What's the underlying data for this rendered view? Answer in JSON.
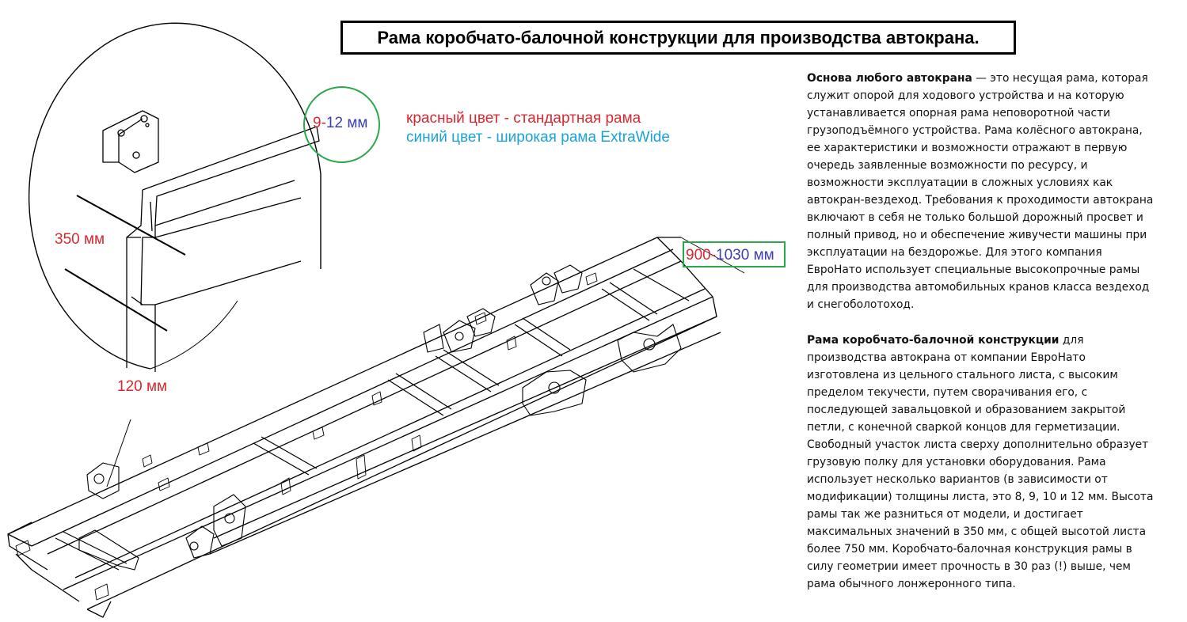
{
  "title": "Рама коробчато-балочной конструкции для производства автокрана.",
  "legend": {
    "red": "красный цвет - стандартная рама",
    "cyan": "синий цвет - широкая рама ExtraWide"
  },
  "dimensions": {
    "thickness_std": "9-",
    "thickness_wide": "12 мм",
    "height": "350 мм",
    "width": "120 мм",
    "frame_std": "900-",
    "frame_wide": "1030 мм"
  },
  "colors": {
    "red": "#d9282f",
    "blue": "#3a3fb3",
    "cyan": "#1ba3d9",
    "green": "#2aa84a"
  },
  "article": {
    "p1_bold": "Основа любого автокрана",
    "p1_text": " — это несущая рама, которая служит опорой для ходового устройства и на которую устанавливается опорная рама неповоротной части грузоподъёмного устройства. Рама колёсного автокрана, ее характеристики и возможности отражают в первую очередь заявленные возможности по ресурсу, и возможности эксплуатации в сложных условиях как автокран-вездеход. Требования к проходимости автокрана включают в себя не только большой дорожный просвет и полный привод, но и обеспечение живучести машины при эксплуатации на бездорожье. Для этого компания ЕвроНато использует специальные высокопрочные рамы для производства автомобильных кранов класса вездеход и снегоболотоход.",
    "p2_bold": "Рама коробчато-балочной конструкции",
    "p2_text": " для производства автокрана от компании ЕвроНато изготовлена из цельного стального листа, с высоким пределом текучести, путем сворачивания его, с последующей завальцовкой и образованием закрытой петли, с конечной сваркой концов для герметизации. Свободный участок листа сверху дополнительно образует грузовую полку для установки оборудования. Рама использует несколько вариантов (в зависимости от модификации) толщины листа, это 8, 9, 10 и 12 мм. Высота рамы так же разниться от модели, и достигает максимальных значений в 350 мм, с общей высотой листа более 750 мм. Коробчато-балочная конструкция рамы в силу геометрии имеет прочность в 30 раз (!) выше, чем рама обычного лонжеронного типа."
  }
}
